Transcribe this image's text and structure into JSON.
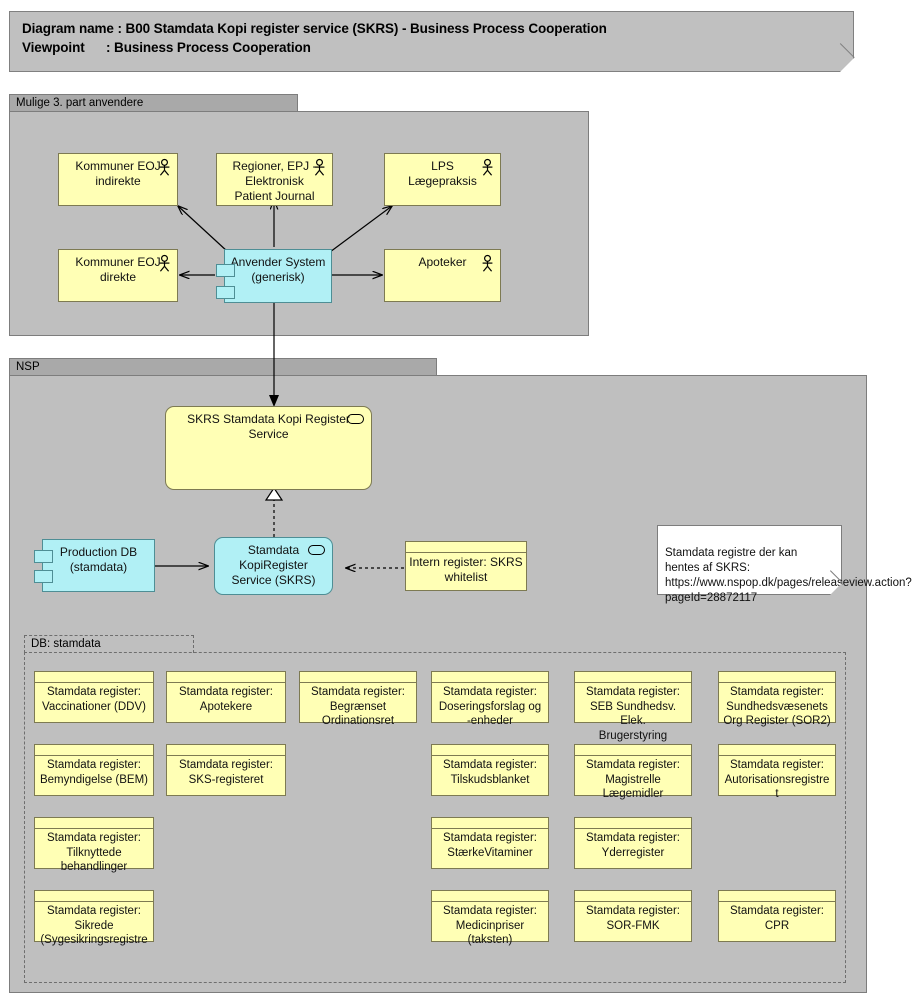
{
  "header": {
    "diagram_name_label": "Diagram name :",
    "diagram_name_value": "B00 Stamdata Kopi register service (SKRS) - Business Process Cooperation",
    "viewpoint_label": "Viewpoint",
    "viewpoint_value": ": Business Process Cooperation"
  },
  "groups": {
    "third_party": {
      "title": "Mulige 3. part anvendere"
    },
    "nsp": {
      "title": "NSP"
    },
    "db_stamdata": {
      "title": "DB: stamdata"
    }
  },
  "third_party_elements": [
    {
      "id": "kommuner-eoj-indirekte",
      "label": "Kommuner EOJ\nindirekte",
      "icon": "actor-icon",
      "kind": "actor"
    },
    {
      "id": "regioner-epj",
      "label": "Regioner, EPJ -\nElektronisk\nPatient Journal",
      "icon": "actor-icon",
      "kind": "actor"
    },
    {
      "id": "lps-laegepraksis",
      "label": "LPS\nLægepraksis",
      "icon": "actor-icon",
      "kind": "actor"
    },
    {
      "id": "kommuner-eoj-direkte",
      "label": "Kommuner EOJ\ndirekte",
      "icon": "actor-icon",
      "kind": "actor"
    },
    {
      "id": "apoteker",
      "label": "Apoteker",
      "icon": "actor-icon",
      "kind": "actor"
    },
    {
      "id": "anvender-system",
      "label": "Anvender System\n(generisk)",
      "icon": "component-icon",
      "kind": "component"
    }
  ],
  "nsp_elements": [
    {
      "id": "skrs-service",
      "label": "SKRS Stamdata Kopi Register\nService",
      "icon": "service-icon",
      "kind": "service"
    },
    {
      "id": "production-db",
      "label": "Production DB\n(stamdata)",
      "icon": "component-icon",
      "kind": "component"
    },
    {
      "id": "stamdata-kopiregister-service",
      "label": "Stamdata\nKopiRegister\nService (SKRS)",
      "icon": "service-icon",
      "kind": "component-service"
    },
    {
      "id": "intern-register-skrs-whitelist",
      "label": "Intern register: SKRS\nwhitelist",
      "icon": "none",
      "kind": "register"
    }
  ],
  "note": {
    "id": "nspop-note",
    "text": "Stamdata registre der kan hentes af SKRS: https://www.nspop.dk/pages/releaseview.action?pageId=28872117"
  },
  "registers": [
    {
      "col": 0,
      "row": 0,
      "label": "Stamdata register:\nVaccinationer (DDV)"
    },
    {
      "col": 1,
      "row": 0,
      "label": "Stamdata register:\nApotekere"
    },
    {
      "col": 2,
      "row": 0,
      "label": "Stamdata register:\nBegrænset\nOrdinationsret"
    },
    {
      "col": 3,
      "row": 0,
      "label": "Stamdata register:\nDoseringsforslag og\n-enheder"
    },
    {
      "col": 4,
      "row": 0,
      "label": "Stamdata register:\nSEB Sundhedsv. Elek.\nBrugerstyring"
    },
    {
      "col": 5,
      "row": 0,
      "label": "Stamdata register:\nSundhedsvæsenets\nOrg Register (SOR2)"
    },
    {
      "col": 0,
      "row": 1,
      "label": "Stamdata register:\nBemyndigelse (BEM)"
    },
    {
      "col": 1,
      "row": 1,
      "label": "Stamdata register:\nSKS-registeret"
    },
    {
      "col": 3,
      "row": 1,
      "label": "Stamdata register:\nTilskudsblanket"
    },
    {
      "col": 4,
      "row": 1,
      "label": "Stamdata register:\nMagistrelle\nLægemidler"
    },
    {
      "col": 5,
      "row": 1,
      "label": "Stamdata register:\nAutorisationsregistre\nt"
    },
    {
      "col": 0,
      "row": 2,
      "label": "Stamdata register:\nTilknyttede\nbehandlinger"
    },
    {
      "col": 3,
      "row": 2,
      "label": "Stamdata register:\nStærkeVitaminer"
    },
    {
      "col": 4,
      "row": 2,
      "label": "Stamdata register:\nYderregister"
    },
    {
      "col": 0,
      "row": 3,
      "label": "Stamdata register:\nSikrede\n(Sygesikringsregistre"
    },
    {
      "col": 3,
      "row": 3,
      "label": "Stamdata register:\nMedicinpriser\n(taksten)"
    },
    {
      "col": 4,
      "row": 3,
      "label": "Stamdata register:\nSOR-FMK"
    },
    {
      "col": 5,
      "row": 3,
      "label": "Stamdata register:\nCPR"
    }
  ],
  "colors": {
    "element_yellow": "#ffffb5",
    "element_cyan": "#b1f0f5",
    "group_body": "#bfbfbf",
    "group_tab": "#a9a9a9",
    "banner": "#c0c0c0",
    "line": "#000000"
  }
}
